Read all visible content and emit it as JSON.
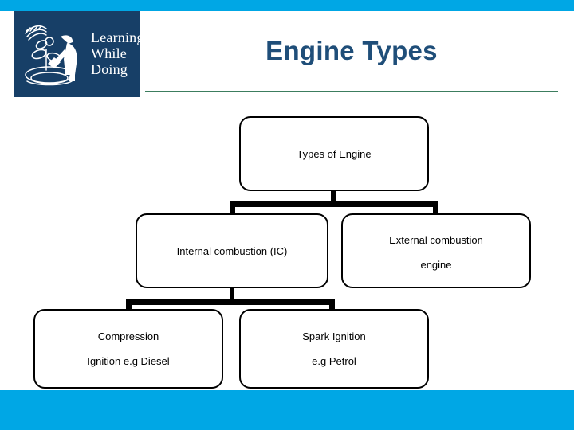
{
  "slide": {
    "title": "Engine Types",
    "accent_bar_color": "#00A7E5",
    "title_color": "#1F4E79",
    "rule_color": "#3C7D5E"
  },
  "logo": {
    "name": "learning-while-doing-logo",
    "background_color": "#173F67",
    "line1": "Learning",
    "line2": "While",
    "line3": "Doing",
    "art": "person-watering-plant"
  },
  "chart_data": {
    "type": "diagram",
    "title": "Types of Engine",
    "nodes": [
      {
        "id": "root",
        "label": "Types of Engine",
        "label2": "",
        "level": 0
      },
      {
        "id": "ic",
        "label": "Internal combustion (IC)",
        "label2": "",
        "level": 1
      },
      {
        "id": "ec",
        "label": "External combustion",
        "label2": "engine",
        "level": 1
      },
      {
        "id": "ci",
        "label": "Compression",
        "label2": "Ignition e.g Diesel",
        "level": 2
      },
      {
        "id": "si",
        "label": "Spark Ignition",
        "label2": "e.g Petrol",
        "level": 2
      }
    ],
    "edges": [
      {
        "from": "root",
        "to": "ic"
      },
      {
        "from": "root",
        "to": "ec"
      },
      {
        "from": "ic",
        "to": "ci"
      },
      {
        "from": "ic",
        "to": "si"
      }
    ],
    "node_border_color": "#000000",
    "node_fill_color": "#FFFFFF"
  }
}
